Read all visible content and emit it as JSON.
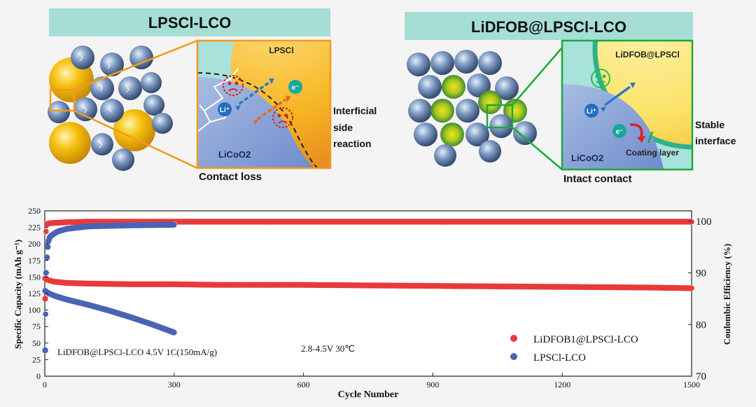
{
  "left_panel": {
    "title": "LPSCl-LCO",
    "shell_label": "LPSCl",
    "core_label": "LiCoO2",
    "ion_label": "Li⁺",
    "electron_label": "e⁻",
    "side_label": [
      "Interficial",
      "side",
      "reaction"
    ],
    "bottom_label": "Contact loss"
  },
  "right_panel": {
    "title": "LiDFOB@LPSCl-LCO",
    "shell_label": "LiDFOB@LPSCl",
    "core_label": "LiCoO2",
    "ion_label": "Li⁺",
    "electron_label": "e⁻",
    "coating_label": "Coating layer",
    "side_label": [
      "Stable",
      "interface"
    ],
    "bottom_label": "Intact contact"
  },
  "chart_data": {
    "type": "scatter",
    "xlabel": "Cycle Number",
    "ylabel": "Specific Capacity (mAh g⁻¹)",
    "y2label": "Coulombic Efficiency (%)",
    "xlim": [
      0,
      1500
    ],
    "ylim": [
      0,
      250
    ],
    "y2lim": [
      70,
      102
    ],
    "xticks": [
      0,
      300,
      600,
      900,
      1200,
      1500
    ],
    "yticks": [
      0,
      25,
      50,
      75,
      100,
      125,
      150,
      175,
      200,
      225,
      250
    ],
    "y2ticks": [
      70,
      80,
      90,
      100
    ],
    "grid": false,
    "legend_position": "bottom-right",
    "annotations": [
      "LiDFOB@LPSCl-LCO  4.5V 1C(150mA/g)",
      "2.8-4.5V 30℃"
    ],
    "series": [
      {
        "name": "LiDFOB1@LPSCl-LCO",
        "color": "#e83a3a",
        "capacity": {
          "x": [
            1,
            5,
            10,
            20,
            50,
            100,
            200,
            300,
            400,
            600,
            800,
            1000,
            1200,
            1400,
            1500
          ],
          "y": [
            148,
            146,
            145,
            143,
            141,
            140,
            139,
            139,
            138,
            138,
            137,
            136,
            135,
            134,
            133
          ]
        },
        "efficiency": {
          "x": [
            1,
            2,
            3,
            5,
            10,
            50,
            100,
            300,
            600,
            900,
            1200,
            1500
          ],
          "y": [
            85,
            90,
            98,
            99.4,
            99.6,
            99.8,
            99.9,
            99.9,
            99.9,
            99.9,
            99.9,
            99.9
          ]
        }
      },
      {
        "name": "LPSCl-LCO",
        "color": "#4a64b4",
        "capacity": {
          "x": [
            1,
            5,
            10,
            25,
            50,
            100,
            150,
            200,
            250,
            300
          ],
          "y": [
            129,
            127,
            125,
            121,
            116,
            108,
            99,
            89,
            78,
            66
          ]
        },
        "efficiency": {
          "x": [
            1,
            2,
            3,
            5,
            8,
            12,
            20,
            30,
            50,
            100,
            200,
            300
          ],
          "y": [
            75,
            82,
            90,
            93,
            96,
            97,
            97.5,
            98,
            98.5,
            99,
            99.2,
            99.3
          ]
        }
      }
    ]
  }
}
